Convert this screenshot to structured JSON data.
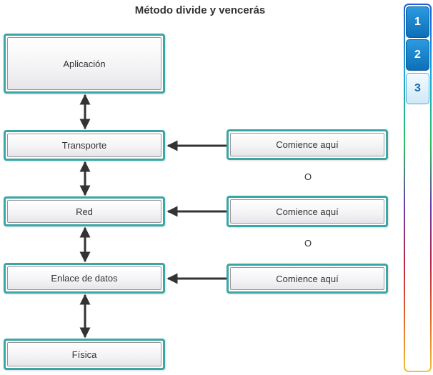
{
  "title": "Método divide y vencerás",
  "layers": {
    "application": "Aplicación",
    "transport": "Transporte",
    "network": "Red",
    "datalink": "Enlace de datos",
    "physical": "Física"
  },
  "start_here": {
    "transport": "Comience aquí",
    "network": "Comience aquí",
    "datalink": "Comience aquí"
  },
  "or_labels": [
    "O",
    "O"
  ],
  "steps": [
    "1",
    "2",
    "3"
  ],
  "colors": {
    "box_border": "#3aa6a6",
    "step_blue": "#0d6fb8",
    "arrow": "#333333"
  }
}
